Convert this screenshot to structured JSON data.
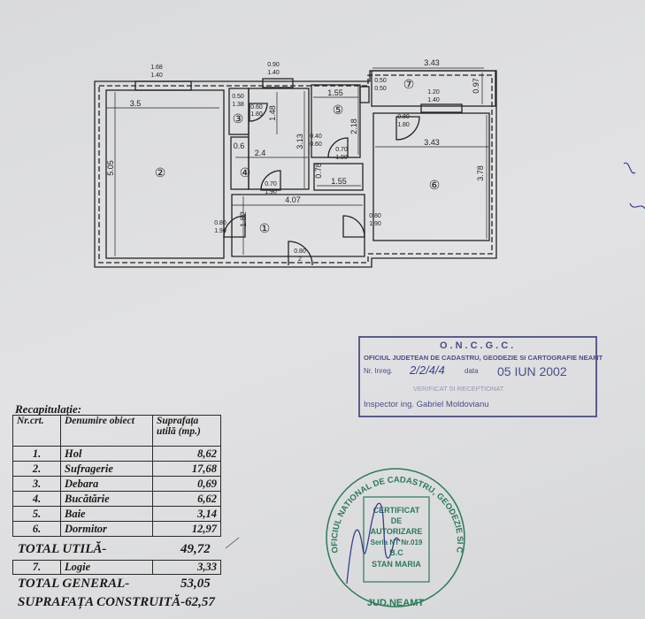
{
  "plan": {
    "rooms": [
      "①",
      "②",
      "③",
      "④",
      "⑤",
      "⑥",
      "⑦"
    ],
    "dims": [
      "1.68",
      "1.40",
      "0.90",
      "1.40",
      "3.43",
      "0.50",
      "0.50",
      "1.20",
      "1.40",
      "0.97",
      "3.5",
      "5.05",
      "0.50",
      "1.38",
      "0.60",
      "1.80",
      "1.48",
      "0.6",
      "3.13",
      "2.4",
      "0.70",
      "1.90",
      "1.55",
      "2.18",
      "0.40",
      "0.60",
      "0.70",
      "1.90",
      "0.78",
      "1.55",
      "0.80",
      "1.80",
      "3.43",
      "3.78",
      "4.07",
      "0.80",
      "1.90",
      "1.82",
      "0.80",
      "1.90",
      "0.80",
      "2"
    ]
  },
  "recap": {
    "title": "Recapitulație:",
    "headers": [
      "Nr.crt.",
      "Denumire obiect",
      "Suprafața utilă (mp.)"
    ],
    "rows": [
      {
        "nr": "1.",
        "name": "Hol",
        "area": "8,62"
      },
      {
        "nr": "2.",
        "name": "Sufragerie",
        "area": "17,68"
      },
      {
        "nr": "3.",
        "name": "Debara",
        "area": "0,69"
      },
      {
        "nr": "4.",
        "name": "Bucătărie",
        "area": "6,62"
      },
      {
        "nr": "5.",
        "name": "Baie",
        "area": "3,14"
      },
      {
        "nr": "6.",
        "name": "Dormitor",
        "area": "12,97"
      }
    ],
    "total_util_label": "TOTAL UTILĂ-",
    "total_util_value": "49,72",
    "logie": {
      "nr": "7.",
      "name": "Logie",
      "area": "3,33"
    },
    "total_general_label": "TOTAL GENERAL-",
    "total_general_value": "53,05",
    "suprafata_construita": "SUPRAFAȚA CONSTRUITĂ-62,57"
  },
  "stamp_rect": {
    "line1": "O.N.C.G.C.",
    "line2": "OFICIUL JUDETEAN DE CADASTRU, GEODEZIE SI CARTOGRAFIE NEAMT",
    "nr_label": "Nr. Inreg.",
    "nr_value": "2/2/4/4",
    "data_label": "data",
    "date": "05 IUN 2002",
    "line4": "VERIFICAT SI RECEPTIONAT",
    "inspector": "Inspector ing. Gabriel Moldovianu"
  },
  "stamp_round": {
    "ring_text": "OFICIUL NATIONAL DE CADASTRU, GEODEZIE SI CARTOGRAFIE",
    "bottom_text": "JUD.NEAMT",
    "lines": [
      "CERTIFICAT",
      "DE",
      "AUTORIZARE",
      "Seria NT Nr.019",
      "B.C",
      "STAN MARIA"
    ]
  },
  "colors": {
    "ink": "#222222",
    "stamp_blue": "#4a4d85",
    "stamp_green": "#2a7a5a",
    "paper": "#dedfe1"
  }
}
